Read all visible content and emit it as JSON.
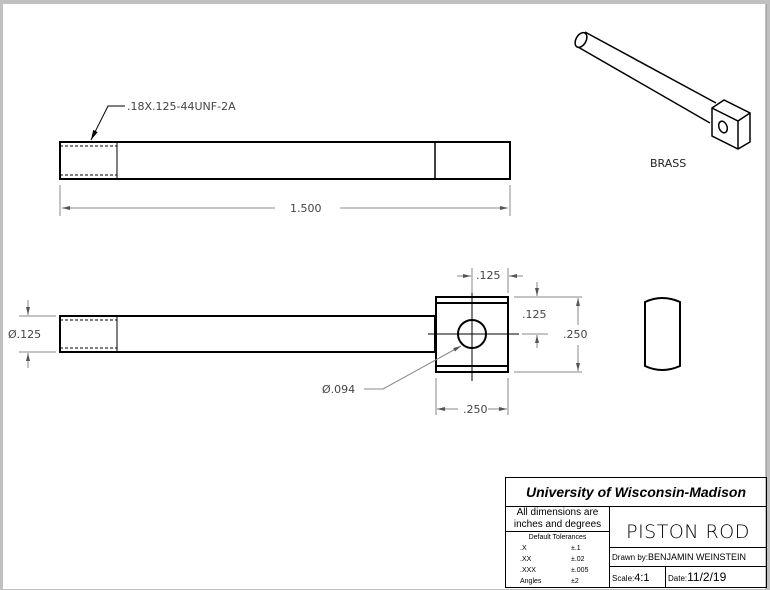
{
  "drawing": {
    "thread_callout": ".18X.125-44UNF-2A",
    "dim_length": "1.500",
    "dim_block_hole_x": ".125",
    "dim_block_hole_y": ".125",
    "dim_block_height": ".250",
    "dim_block_width": ".250",
    "dim_hole_dia": "Ø.094",
    "dim_shaft_dia": "Ø.125",
    "material": "BRASS"
  },
  "title_block": {
    "institution": "University of Wisconsin-Madison",
    "units_line1": "All dimensions are",
    "units_line2": "inches and degrees",
    "tolerances_heading": "Default Tolerances",
    "tolerances": [
      {
        "label": ".X",
        "value": "±.1"
      },
      {
        "label": ".XX",
        "value": "±.02"
      },
      {
        "label": ".XXX",
        "value": "±.005"
      },
      {
        "label": "Angles",
        "value": "±2"
      }
    ],
    "part_name": "PISTON ROD",
    "drawn_by_label": "Drawn by:",
    "drawn_by": "BENJAMIN WEINSTEIN",
    "scale_label": "Scale:",
    "scale": "4:1",
    "date_label": "Date:",
    "date": "11/2/19"
  }
}
